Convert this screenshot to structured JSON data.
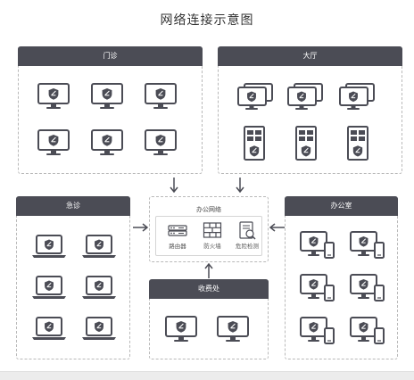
{
  "title": "网络连接示意图",
  "panels": {
    "outpatient": "门诊",
    "hall": "大厅",
    "emergency": "急诊",
    "office": "办公室",
    "cashier": "收费处"
  },
  "network": {
    "title": "办公网络",
    "items": [
      {
        "label": "路由器",
        "icon": "router-icon"
      },
      {
        "label": "防火墙",
        "icon": "firewall-icon"
      },
      {
        "label": "危险检测",
        "icon": "threat-detection-icon"
      }
    ]
  },
  "devices": {
    "outpatient": [
      "monitor-icon",
      "monitor-icon",
      "monitor-icon",
      "monitor-icon",
      "monitor-icon",
      "monitor-icon"
    ],
    "hall": [
      "dual-monitor-icon",
      "dual-monitor-icon",
      "dual-monitor-icon",
      "server-icon",
      "server-icon",
      "server-icon"
    ],
    "emergency": [
      "laptop-icon",
      "laptop-icon",
      "laptop-icon",
      "laptop-icon",
      "laptop-icon",
      "laptop-icon"
    ],
    "office": [
      "monitor-phone-icon",
      "monitor-phone-icon",
      "monitor-phone-icon",
      "monitor-phone-icon",
      "monitor-phone-icon",
      "monitor-phone-icon"
    ],
    "cashier": [
      "monitor-icon",
      "monitor-icon"
    ]
  },
  "colors": {
    "header": "#4b4c55",
    "icon": "#4b4c55",
    "border": "#b9b9b9"
  }
}
